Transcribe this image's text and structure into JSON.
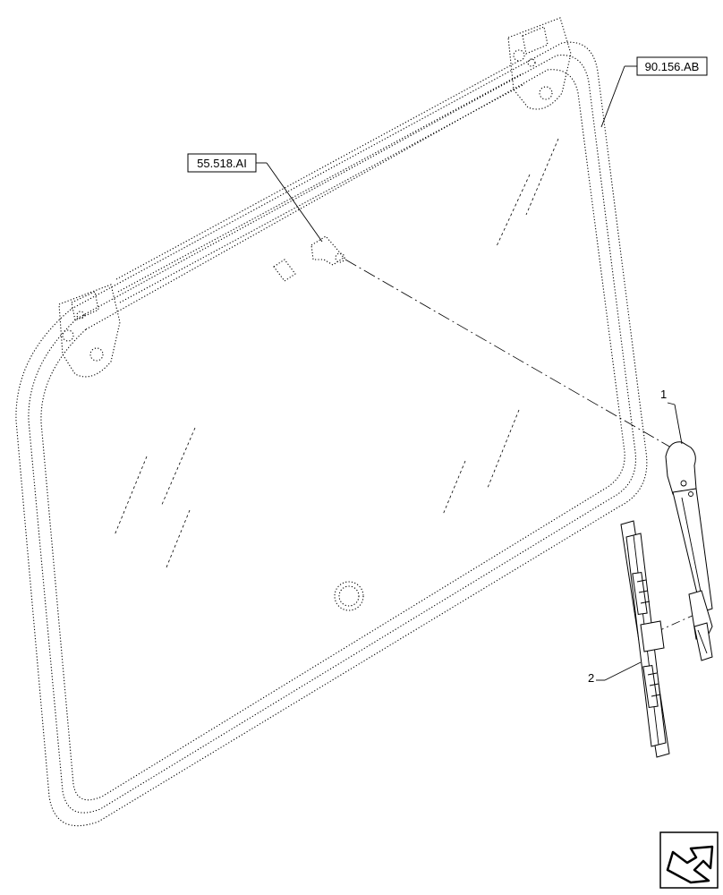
{
  "callouts": {
    "window_ref": "90.156.AB",
    "motor_ref": "55.518.AI"
  },
  "item_numbers": {
    "wiper_arm": "1",
    "wiper_blade": "2"
  },
  "icons": {
    "navigation": "return-arrow-icon"
  }
}
